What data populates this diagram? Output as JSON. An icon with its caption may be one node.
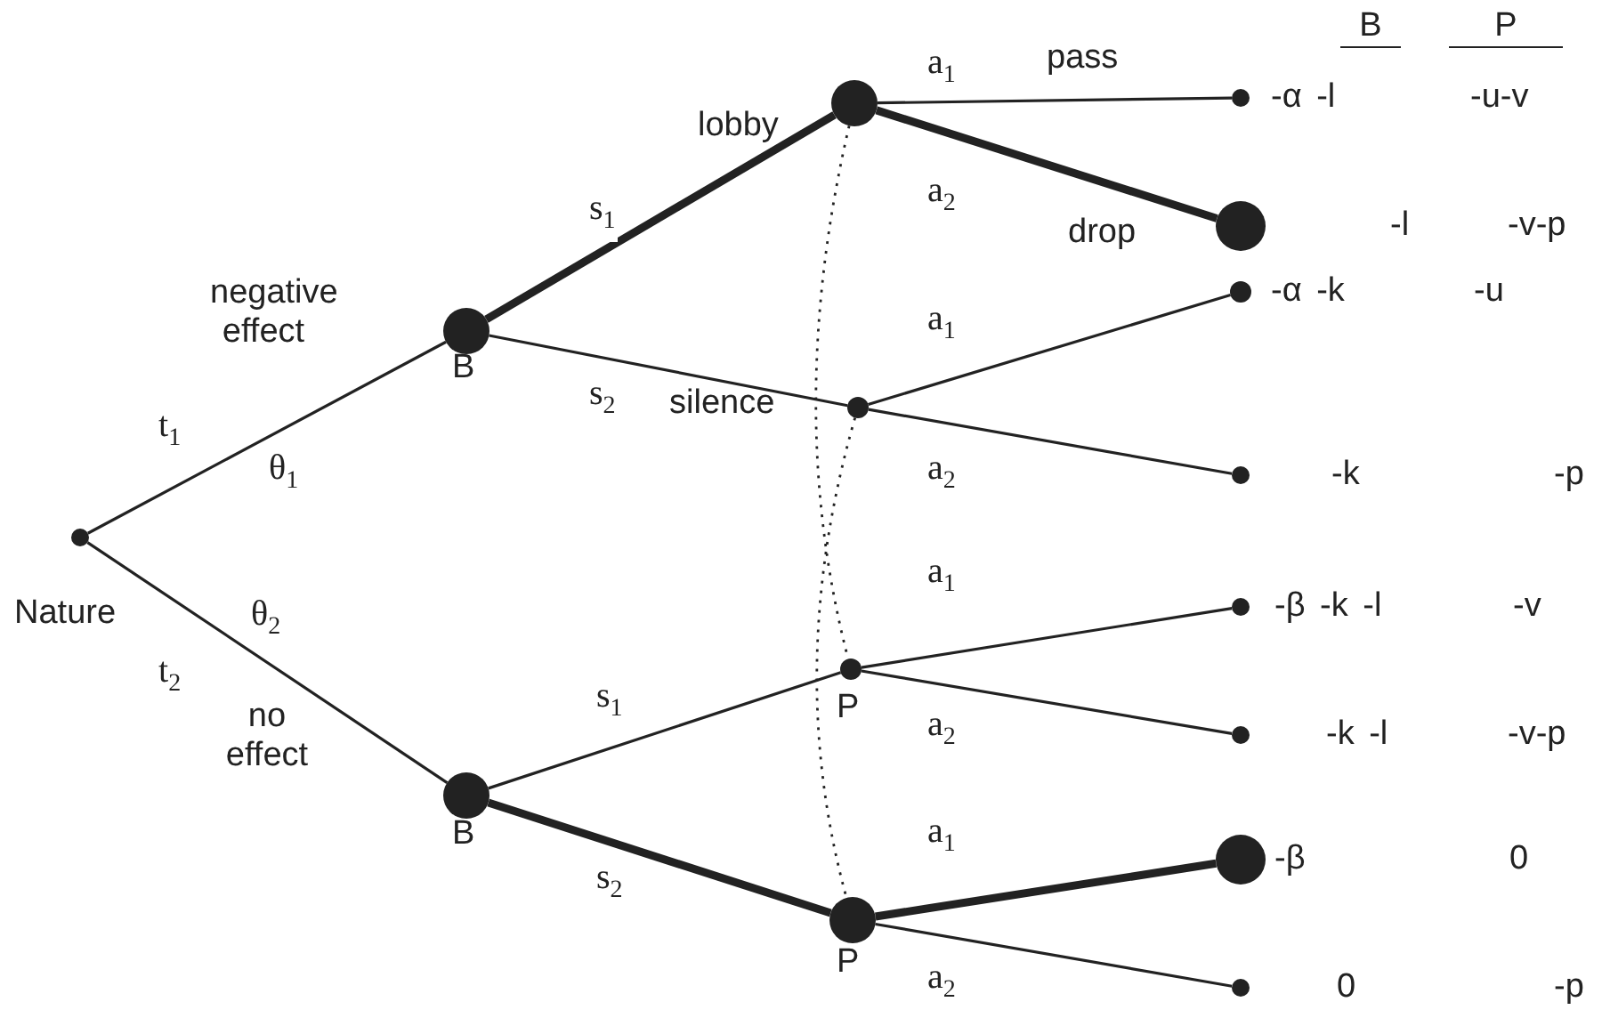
{
  "diagram": {
    "nodes": [
      {
        "text": [],
        "shape": "circle",
        "beside": [
          "Nature"
        ]
      },
      {
        "text": [],
        "shape": "circle",
        "beside": [
          "B"
        ]
      },
      {
        "text": [],
        "shape": "circle",
        "beside": [
          "B"
        ]
      },
      {
        "text": [],
        "shape": "circle"
      },
      {
        "text": [],
        "shape": "circle"
      },
      {
        "text": [],
        "shape": "circle",
        "beside": [
          "P"
        ]
      },
      {
        "text": [],
        "shape": "circle",
        "beside": [
          "P"
        ]
      },
      {
        "text": [],
        "shape": "circle"
      },
      {
        "text": [],
        "shape": "circle"
      },
      {
        "text": [],
        "shape": "circle"
      },
      {
        "text": [],
        "shape": "circle"
      },
      {
        "text": [],
        "shape": "circle"
      },
      {
        "text": [],
        "shape": "circle"
      },
      {
        "text": [],
        "shape": "circle"
      },
      {
        "text": [],
        "shape": "circle"
      }
    ],
    "edges": [
      {
        "from": 0,
        "to": 1,
        "arrow": "none",
        "label": "t$_{1}$"
      },
      {
        "from": 0,
        "to": 2,
        "arrow": "none",
        "label": "t$_{2}$"
      },
      {
        "from": 1,
        "to": 3,
        "arrow": "none",
        "label": "s$_{1}$",
        "style": "thick"
      },
      {
        "from": 1,
        "to": 4,
        "arrow": "none",
        "label": "s$_{2}$"
      },
      {
        "from": 2,
        "to": 5,
        "arrow": "none",
        "label": "s$_{1}$"
      },
      {
        "from": 2,
        "to": 6,
        "arrow": "none",
        "label": "s$_{2}$",
        "style": "thick"
      },
      {
        "from": 3,
        "to": 7,
        "arrow": "none",
        "label": "a$_{1}$"
      },
      {
        "from": 3,
        "to": 8,
        "arrow": "none",
        "label": "a$_{2}$",
        "style": "thick"
      },
      {
        "from": 4,
        "to": 9,
        "arrow": "none",
        "label": "a$_{1}$"
      },
      {
        "from": 4,
        "to": 10,
        "arrow": "none",
        "label": "a$_{2}$"
      },
      {
        "from": 5,
        "to": 11,
        "arrow": "none",
        "label": "a$_{1}$"
      },
      {
        "from": 5,
        "to": 12,
        "arrow": "none",
        "label": "a$_{2}$"
      },
      {
        "from": 6,
        "to": 13,
        "arrow": "none",
        "label": "a$_{1}$",
        "style": "thick"
      },
      {
        "from": 6,
        "to": 14,
        "arrow": "none",
        "label": "a$_{2}$"
      },
      {
        "from": 3,
        "to": 5,
        "arrow": "none",
        "style": "dashed"
      },
      {
        "from": 4,
        "to": 6,
        "arrow": "none",
        "style": "dashed"
      }
    ],
    "labels": [
      "B",
      "P",
      "pass",
      "-α -l",
      "-u-v",
      "lobby",
      "drop",
      "-l",
      "-v-p",
      "negative effect",
      "silence",
      "-α -k",
      "-u",
      "θ$_{1}$",
      "-k",
      "-p",
      "θ$_{2}$",
      "-β -k -l",
      "-v",
      "no effect",
      "-k -l",
      "-v-p",
      "-β",
      "0",
      "0",
      "-p"
    ]
  }
}
